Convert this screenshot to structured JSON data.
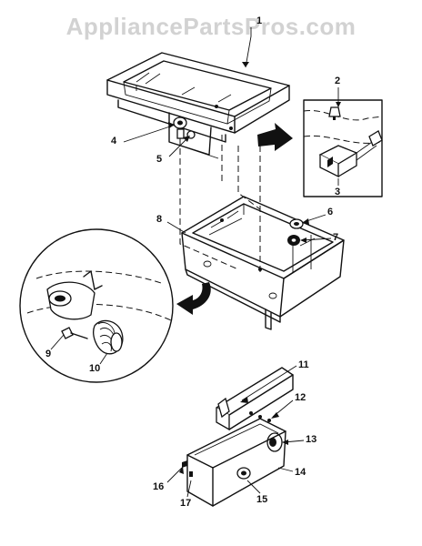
{
  "watermark": {
    "text": "AppliancePartsPros.com"
  },
  "callouts": [
    {
      "id": "1",
      "label": "1"
    },
    {
      "id": "2",
      "label": "2"
    },
    {
      "id": "3",
      "label": "3"
    },
    {
      "id": "4",
      "label": "4"
    },
    {
      "id": "5",
      "label": "5"
    },
    {
      "id": "6",
      "label": "6"
    },
    {
      "id": "7",
      "label": "7"
    },
    {
      "id": "8",
      "label": "8"
    },
    {
      "id": "9",
      "label": "9"
    },
    {
      "id": "10",
      "label": "10"
    },
    {
      "id": "11",
      "label": "11"
    },
    {
      "id": "12",
      "label": "12"
    },
    {
      "id": "13",
      "label": "13"
    },
    {
      "id": "14",
      "label": "14"
    },
    {
      "id": "15",
      "label": "15"
    },
    {
      "id": "16",
      "label": "16"
    },
    {
      "id": "17",
      "label": "17"
    }
  ],
  "colors": {
    "line": "#111111",
    "watermark": "#d2d2d2",
    "background": "#ffffff"
  }
}
